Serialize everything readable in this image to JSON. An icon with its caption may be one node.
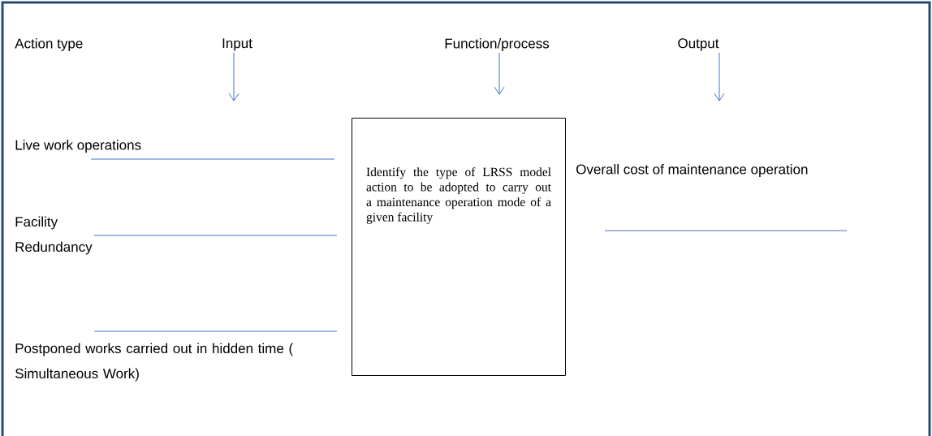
{
  "diagram": {
    "nodes": [
      {
        "text": [
          "Input"
        ]
      },
      {
        "text": [
          "Function/process"
        ]
      },
      {
        "text": [
          "Output"
        ]
      },
      {
        "text": [
          "Identify the type of LRSS model action to be adopted to carry out a maintenance operation mode of a given facility"
        ]
      }
    ],
    "edges": [
      {
        "from": 0,
        "to": null,
        "arrow": "to"
      },
      {
        "from": 1,
        "to": null,
        "arrow": "to"
      },
      {
        "from": 2,
        "to": null,
        "arrow": "to"
      }
    ],
    "labels": [
      "Action type",
      "Live work operations",
      "Facility Redundancy",
      "Overall cost of maintenance operation",
      "Postponed works carried out in hidden time ( Simultaneous Work)"
    ]
  }
}
